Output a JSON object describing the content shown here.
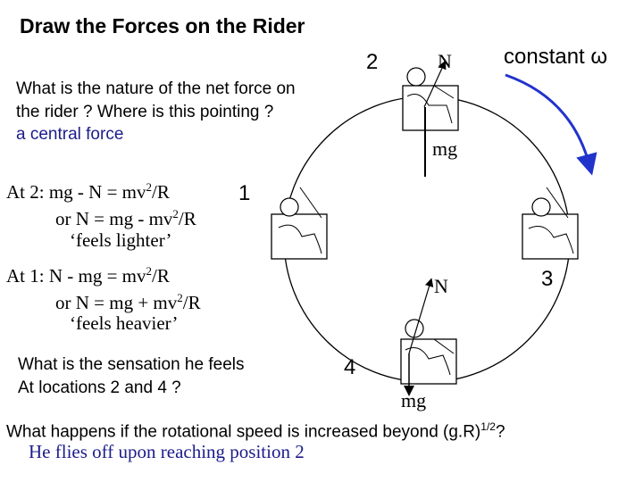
{
  "title": "Draw the Forces on the Rider",
  "question1": {
    "line1": "What is the nature of the net force on",
    "line2": "the rider ? Where is this pointing ?",
    "answer": "a central force"
  },
  "at2": {
    "line1": "At 2: mg - N = mv",
    "line1_sup": "2",
    "line1_tail": "/R",
    "line2": "or N = mg - mv",
    "line2_sup": "2",
    "line2_tail": "/R",
    "line3": "‘feels lighter’"
  },
  "at1": {
    "line1": "At 1: N - mg = mv",
    "line1_sup": "2",
    "line1_tail": "/R",
    "line2": "or N = mg + mv",
    "line2_sup": "2",
    "line2_tail": "/R",
    "line3": "‘feels heavier’"
  },
  "question2": {
    "line1": "What is the sensation he feels",
    "line2": "At locations 2 and 4 ?"
  },
  "positions": {
    "p1": "1",
    "p2": "2",
    "p3": "3",
    "p4": "4"
  },
  "forces": {
    "top_N": "N",
    "top_mg": "mg",
    "bottom_N": "N",
    "bottom_mg": "mg"
  },
  "constant_label": "constant ω",
  "question3": {
    "text": "What happens if the rotational speed is increased beyond (g.R)",
    "sup": "1/2",
    "tail": "?",
    "answer": "He flies off upon reaching position 2"
  },
  "colors": {
    "arrow": "#2233cc",
    "answer": "#1c1c8c"
  }
}
